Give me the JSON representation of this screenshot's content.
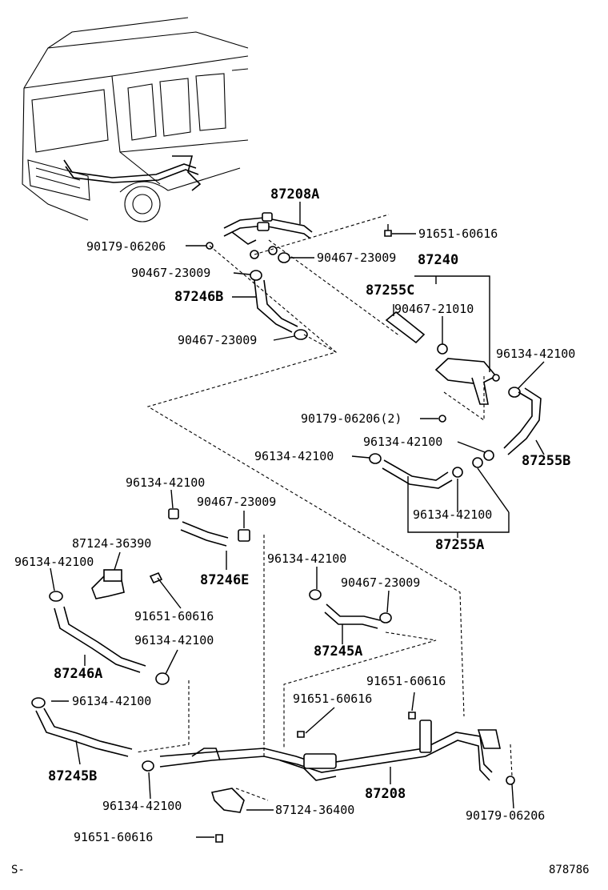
{
  "labels": {
    "p87208A": "87208A",
    "p90179_06206_top": "90179-06206",
    "p91651_60616_top": "91651-60616",
    "p90467_23009_a": "90467-23009",
    "p90467_23009_b": "90467-23009",
    "p87240": "87240",
    "p87255C": "87255C",
    "p87246B": "87246B",
    "p90467_21010": "90467-21010",
    "p90467_23009_c": "90467-23009",
    "p96134_42100_a": "96134-42100",
    "p90179_06206_2": "90179-06206(2)",
    "p96134_42100_b": "96134-42100",
    "p96134_42100_c": "96134-42100",
    "p87255B": "87255B",
    "p96134_42100_d": "96134-42100",
    "p96134_42100_e": "96134-42100",
    "p90467_23009_d": "90467-23009",
    "p87255A": "87255A",
    "p87124_36390": "87124-36390",
    "p96134_42100_f": "96134-42100",
    "p87246E": "87246E",
    "p96134_42100_g": "96134-42100",
    "p90467_23009_e": "90467-23009",
    "p91651_60616_mid": "91651-60616",
    "p96134_42100_h": "96134-42100",
    "p87245A": "87245A",
    "p87246A": "87246A",
    "p91651_60616_r1": "91651-60616",
    "p96134_42100_i": "96134-42100",
    "p91651_60616_r2": "91651-60616",
    "p87245B": "87245B",
    "p87208": "87208",
    "p96134_42100_j": "96134-42100",
    "p87124_36400": "87124-36400",
    "p90179_06206_br": "90179-06206",
    "p91651_60616_bot": "91651-60616"
  },
  "footer": {
    "left_code": "S-",
    "right_code": "878786"
  }
}
